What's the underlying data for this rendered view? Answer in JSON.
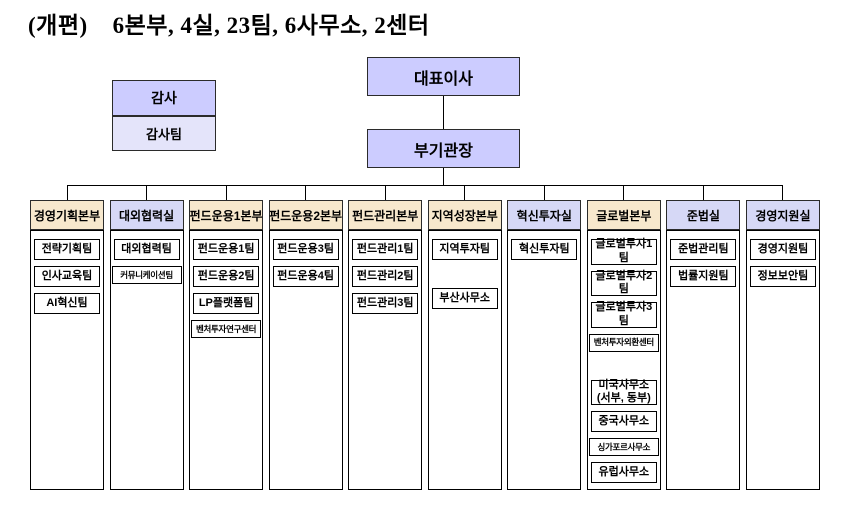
{
  "title": "(개편)    6본부, 4실, 23팀, 6사무소, 2센터",
  "top": {
    "ceo": "대표이사",
    "deputy": "부기관장",
    "audit_head": "감사",
    "audit_team": "감사팀"
  },
  "colors": {
    "executive_fill": "#ccccff",
    "audit_team_fill": "#e4e4fa",
    "division_header_fill": "#f7e8cd",
    "office_header_fill": "#d6d8f6",
    "line": "#000000"
  },
  "departments": [
    {
      "name": "경영기획본부",
      "kind": "division",
      "teams": [
        {
          "label": "전략기획팀"
        },
        {
          "label": "인사교육팀"
        },
        {
          "label": "AI혁신팀"
        }
      ]
    },
    {
      "name": "대외협력실",
      "kind": "office",
      "teams": [
        {
          "label": "대외협력팀"
        },
        {
          "label": "커뮤니케이션팀"
        }
      ]
    },
    {
      "name": "펀드운용1본부",
      "kind": "division",
      "teams": [
        {
          "label": "펀드운용1팀"
        },
        {
          "label": "펀드운용2팀"
        },
        {
          "label": "LP플랫폼팀"
        },
        {
          "label": "벤처투자연구센터"
        }
      ]
    },
    {
      "name": "펀드운용2본부",
      "kind": "division",
      "teams": [
        {
          "label": "펀드운용3팀"
        },
        {
          "label": "펀드운용4팀"
        }
      ]
    },
    {
      "name": "펀드관리본부",
      "kind": "division",
      "teams": [
        {
          "label": "펀드관리1팀"
        },
        {
          "label": "펀드관리2팀"
        },
        {
          "label": "펀드관리3팀"
        }
      ]
    },
    {
      "name": "지역성장본부",
      "kind": "division",
      "teams": [
        {
          "label": "지역투자팀"
        },
        {
          "label": "부산사무소"
        }
      ]
    },
    {
      "name": "혁신투자실",
      "kind": "office",
      "teams": [
        {
          "label": "혁신투자팀"
        }
      ]
    },
    {
      "name": "글로벌본부",
      "kind": "division",
      "teams": [
        {
          "label": "글로벌투자1팀"
        },
        {
          "label": "글로벌투자2팀"
        },
        {
          "label": "글로벌투자3팀"
        },
        {
          "label": "벤처투자외환센터"
        },
        {
          "label": "미국사무소\n(서부, 동부)"
        },
        {
          "label": "중국사무소"
        },
        {
          "label": "싱가포르사무소"
        },
        {
          "label": "유럽사무소"
        }
      ]
    },
    {
      "name": "준법실",
      "kind": "office",
      "teams": [
        {
          "label": "준법관리팀"
        },
        {
          "label": "법률지원팀"
        }
      ]
    },
    {
      "name": "경영지원실",
      "kind": "office",
      "teams": [
        {
          "label": "경영지원팀"
        },
        {
          "label": "정보보안팀"
        }
      ]
    }
  ]
}
